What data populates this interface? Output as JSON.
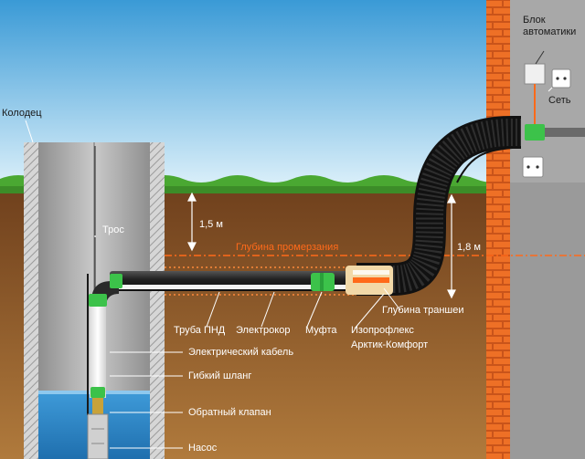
{
  "labels": {
    "well": "Колодец",
    "rope": "Трос",
    "depth_15": "1,5 м",
    "freezing_depth": "Глубина промерзания",
    "depth_18": "1,8 м",
    "trench_depth": "Глубина траншеи",
    "automation_block": "Блок автоматики",
    "network": "Сеть",
    "pnd_pipe": "Труба ПНД",
    "electrocord": "Электрокор",
    "coupling": "Муфта",
    "isoproflex_line1": "Изопрофлекс",
    "isoproflex_line2": "Арктик-Комфорт",
    "electric_cable": "Электрический кабель",
    "flexible_hose": "Гибкий шланг",
    "check_valve": "Обратный клапан",
    "pump": "Насос"
  },
  "colors": {
    "sky_top": "#3a9ad6",
    "sky_bottom": "#d8eef9",
    "grass": "#4aa832",
    "soil": "#7a4a24",
    "water": "#2a86c8",
    "brick": "#e8681f",
    "wall": "#bdbdbd",
    "freezing_line": "#ff6a1a",
    "fitting_green": "#3cc24a",
    "corrugated_pipe": "#1c1c1c"
  }
}
